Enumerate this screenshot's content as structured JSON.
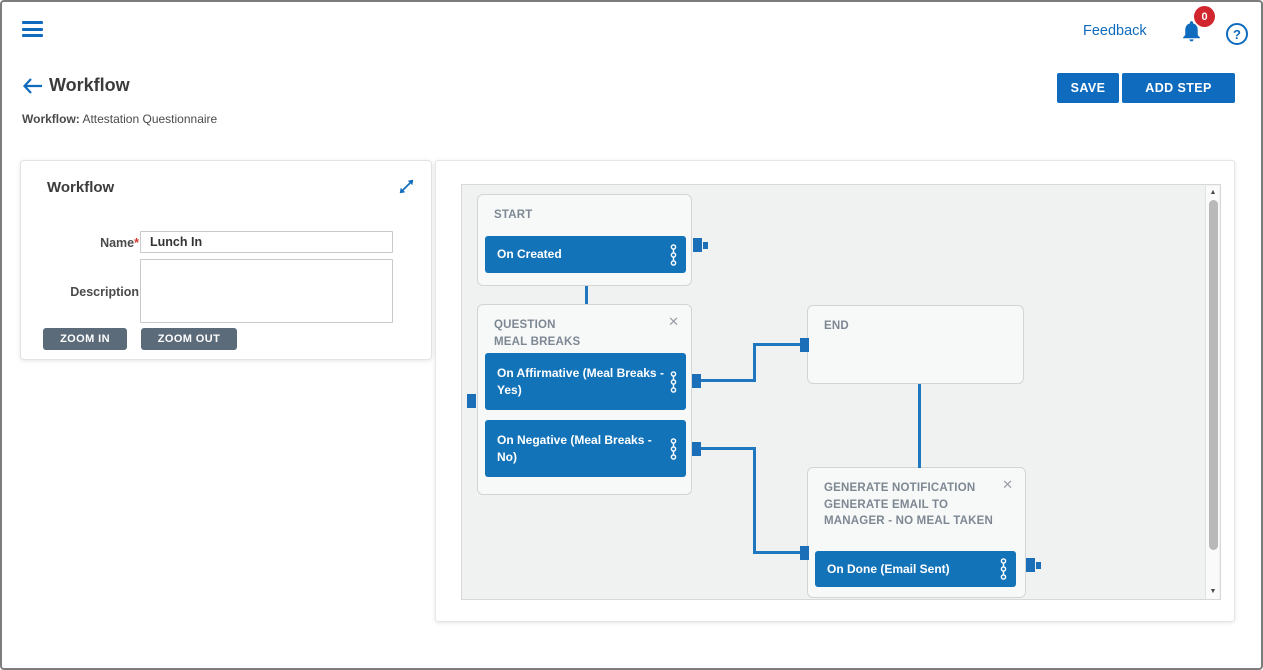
{
  "topbar": {
    "feedback_label": "Feedback",
    "notification_count": "0",
    "help_glyph": "?"
  },
  "header": {
    "title": "Workflow",
    "subtitle_label": "Workflow:",
    "subtitle_value": "Attestation Questionnaire",
    "save_label": "SAVE",
    "add_step_label": "ADD STEP"
  },
  "panel": {
    "title": "Workflow",
    "name_label": "Name",
    "required_marker": "*",
    "name_value": "Lunch In",
    "description_label": "Description",
    "zoom_in_label": "ZOOM IN",
    "zoom_out_label": "ZOOM OUT"
  },
  "diagram": {
    "nodes": {
      "start": {
        "type": "START",
        "button": "On Created"
      },
      "question": {
        "type": "QUESTION",
        "name": "MEAL BREAKS",
        "button_affirmative": "On Affirmative (Meal Breaks - Yes)",
        "button_negative": "On Negative (Meal Breaks - No)"
      },
      "end": {
        "type": "END"
      },
      "generate": {
        "type": "GENERATE NOTIFICATION",
        "name": "GENERATE EMAIL TO MANAGER - NO MEAL TAKEN",
        "button": "On Done (Email Sent)"
      }
    }
  },
  "icons": {
    "close": "✕",
    "scroll_up": "▲",
    "scroll_down": "▼"
  },
  "colors": {
    "primary_blue": "#0f6bbd",
    "node_button_blue": "#1373b9",
    "connector_blue": "#1f77c0",
    "badge_red": "#d2262e",
    "zoom_button_slate": "#5b6b7a",
    "node_title_gray": "#7d8893"
  }
}
